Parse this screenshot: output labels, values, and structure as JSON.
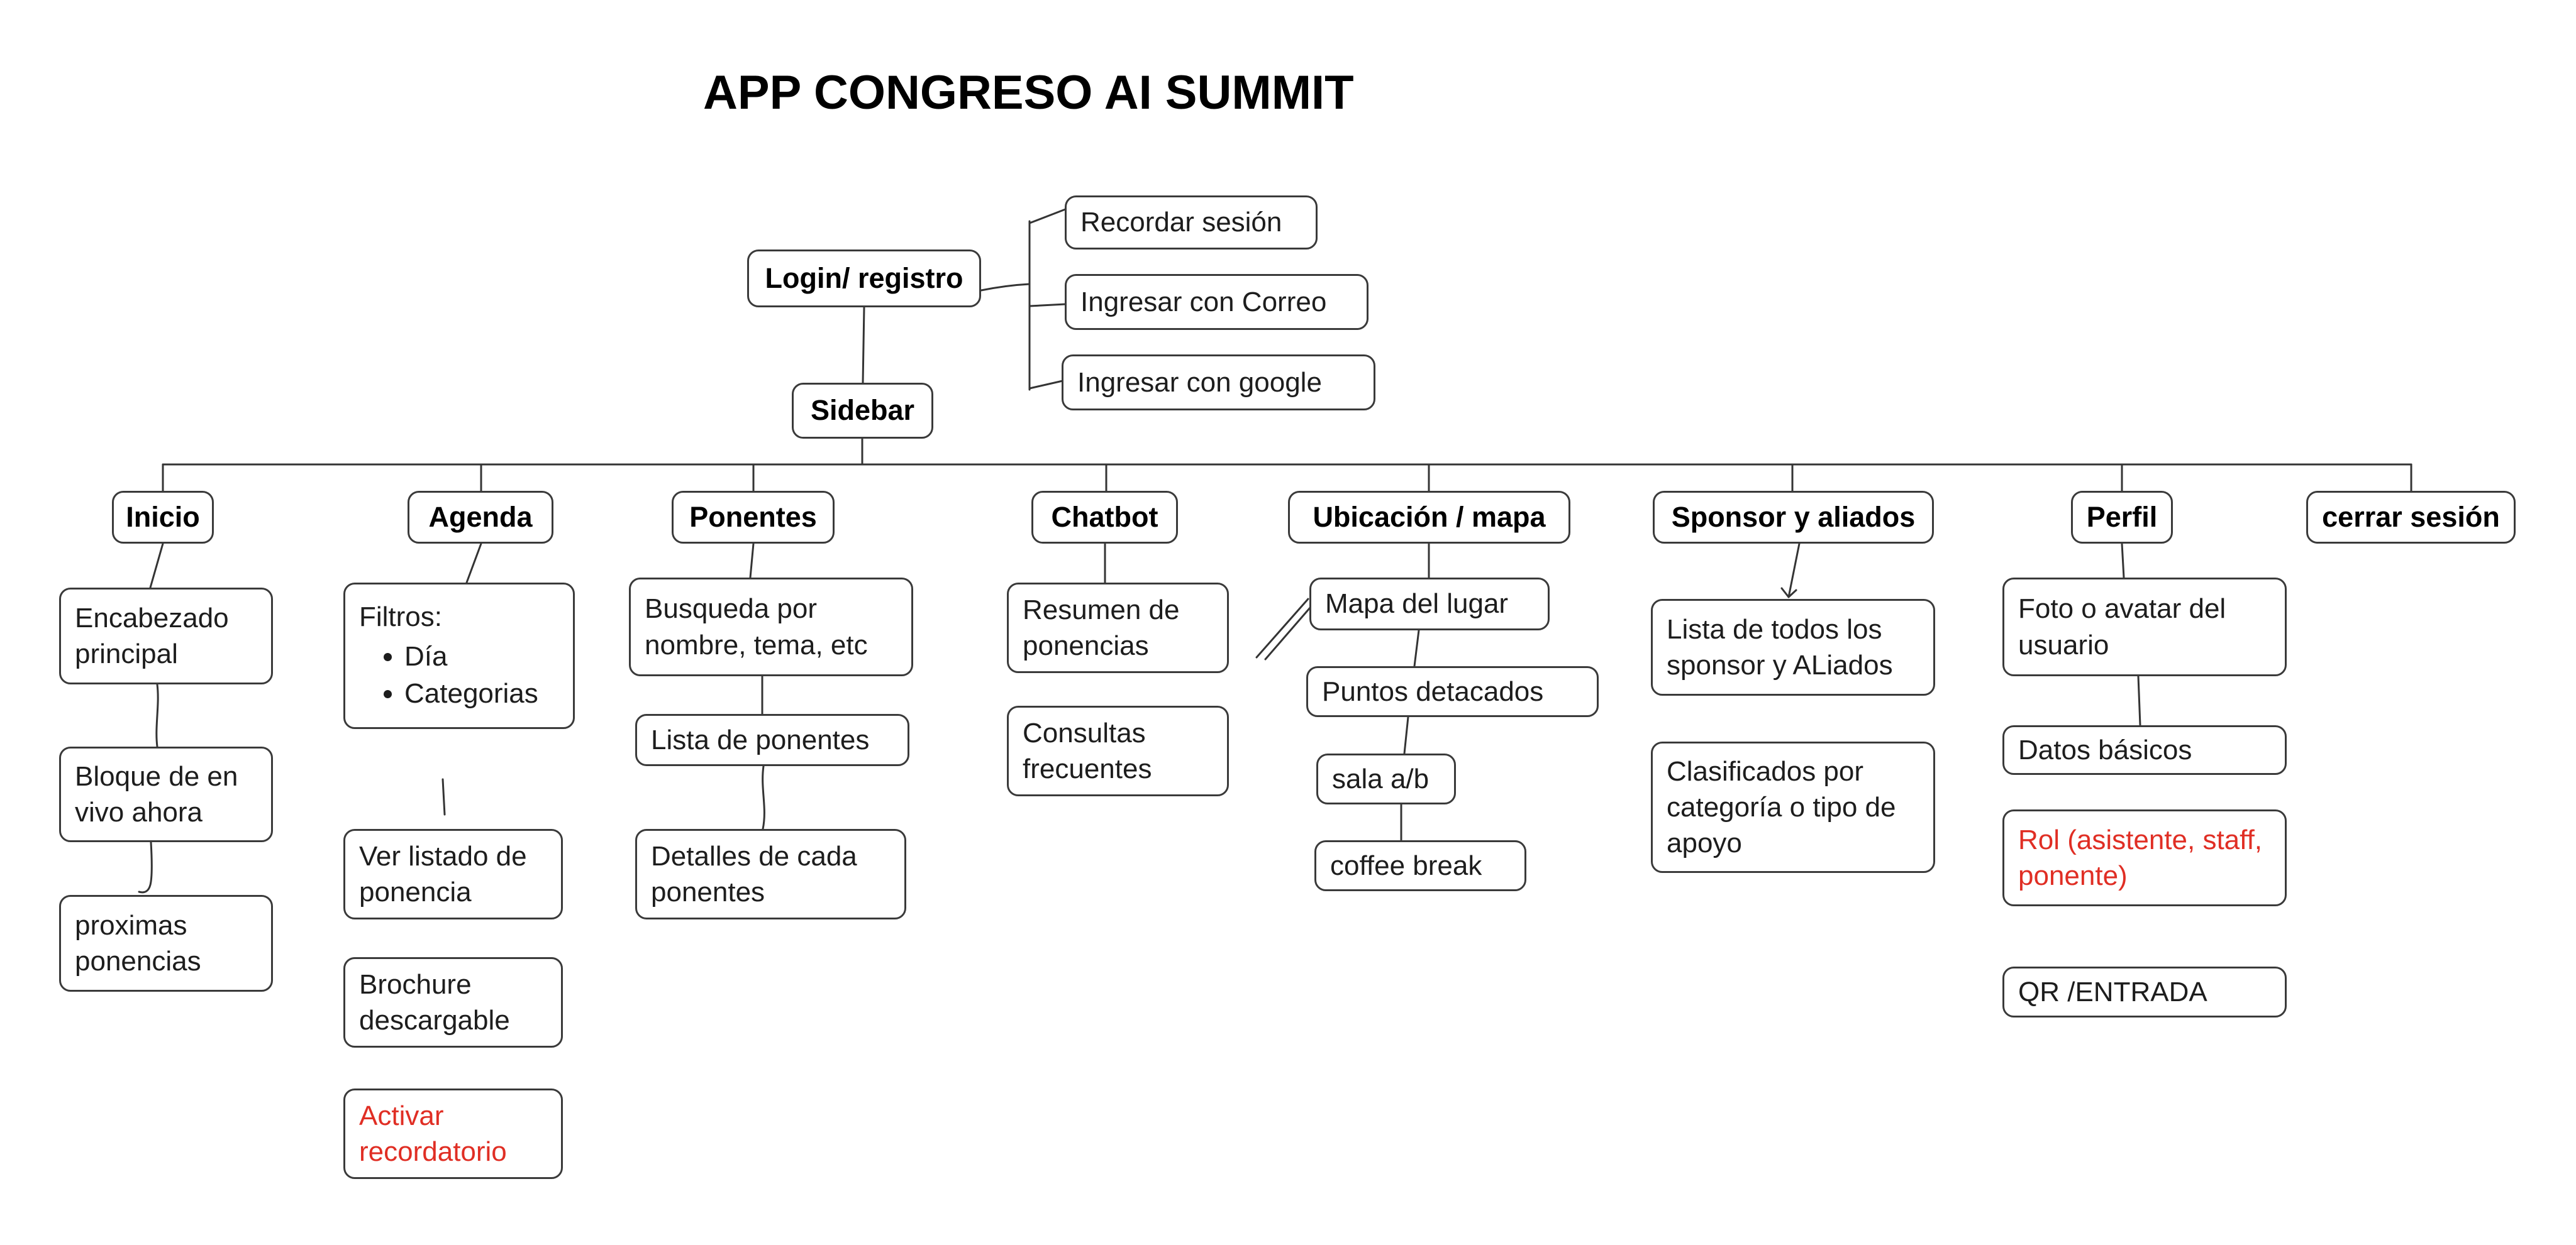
{
  "title": "APP CONGRESO AI SUMMIT",
  "colors": {
    "red": "#e02e24"
  },
  "auth": {
    "login_label": "Login/ registro",
    "options": [
      "Recordar sesión",
      "Ingresar con Correo",
      "Ingresar con google"
    ],
    "sidebar_label": "Sidebar"
  },
  "nav": {
    "inicio": "Inicio",
    "agenda": "Agenda",
    "ponentes": "Ponentes",
    "chatbot": "Chatbot",
    "ubicacion": "Ubicación / mapa",
    "sponsor": "Sponsor y aliados",
    "perfil": "Perfil",
    "cerrar": "cerrar sesión"
  },
  "inicio": {
    "items": [
      "Encabezado principal",
      "Bloque de en vivo ahora",
      "proximas ponencias"
    ]
  },
  "agenda": {
    "filtros_title": "Filtros:",
    "filtros": [
      "Día",
      "Categorias"
    ],
    "items": [
      "Ver listado de ponencia",
      "Brochure descargable",
      "Activar recordatorio"
    ]
  },
  "ponentes": {
    "items": [
      "Busqueda por nombre, tema, etc",
      "Lista de ponentes",
      "Detalles de cada ponentes"
    ]
  },
  "chatbot": {
    "items": [
      "Resumen de ponencias",
      "Consultas frecuentes"
    ]
  },
  "ubicacion": {
    "items": [
      "Mapa del lugar",
      "Puntos detacados",
      "sala a/b",
      "coffee break"
    ]
  },
  "sponsor": {
    "items": [
      "Lista de todos los sponsor y ALiados",
      "Clasificados por categoría o tipo de apoyo"
    ]
  },
  "perfil": {
    "items": [
      "Foto o avatar del usuario",
      "Datos básicos",
      "Rol (asistente, staff, ponente)",
      "QR /ENTRADA"
    ]
  }
}
